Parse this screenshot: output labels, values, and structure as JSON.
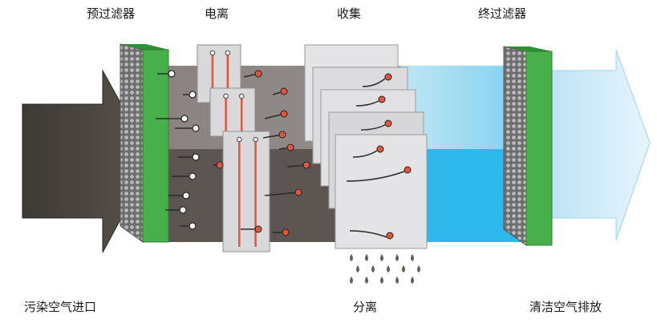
{
  "labels": {
    "pre_filter": "预过滤器",
    "ionization": "电离",
    "collection": "收集",
    "final_filter": "终过滤器",
    "dirty_air_inlet": "污染空气进口",
    "separation": "分离",
    "clean_air_outlet": "清洁空气排放"
  },
  "colors": {
    "inlet_arrow": "#4a443f",
    "chamber_dark": "#5c5552",
    "filter_green": "#47b04b",
    "plate_gray": "#d9d9dc",
    "electrode_red": "#e5553a",
    "water_blue": "#2fb8ec",
    "outlet_arrow": "#cdeaf8"
  }
}
